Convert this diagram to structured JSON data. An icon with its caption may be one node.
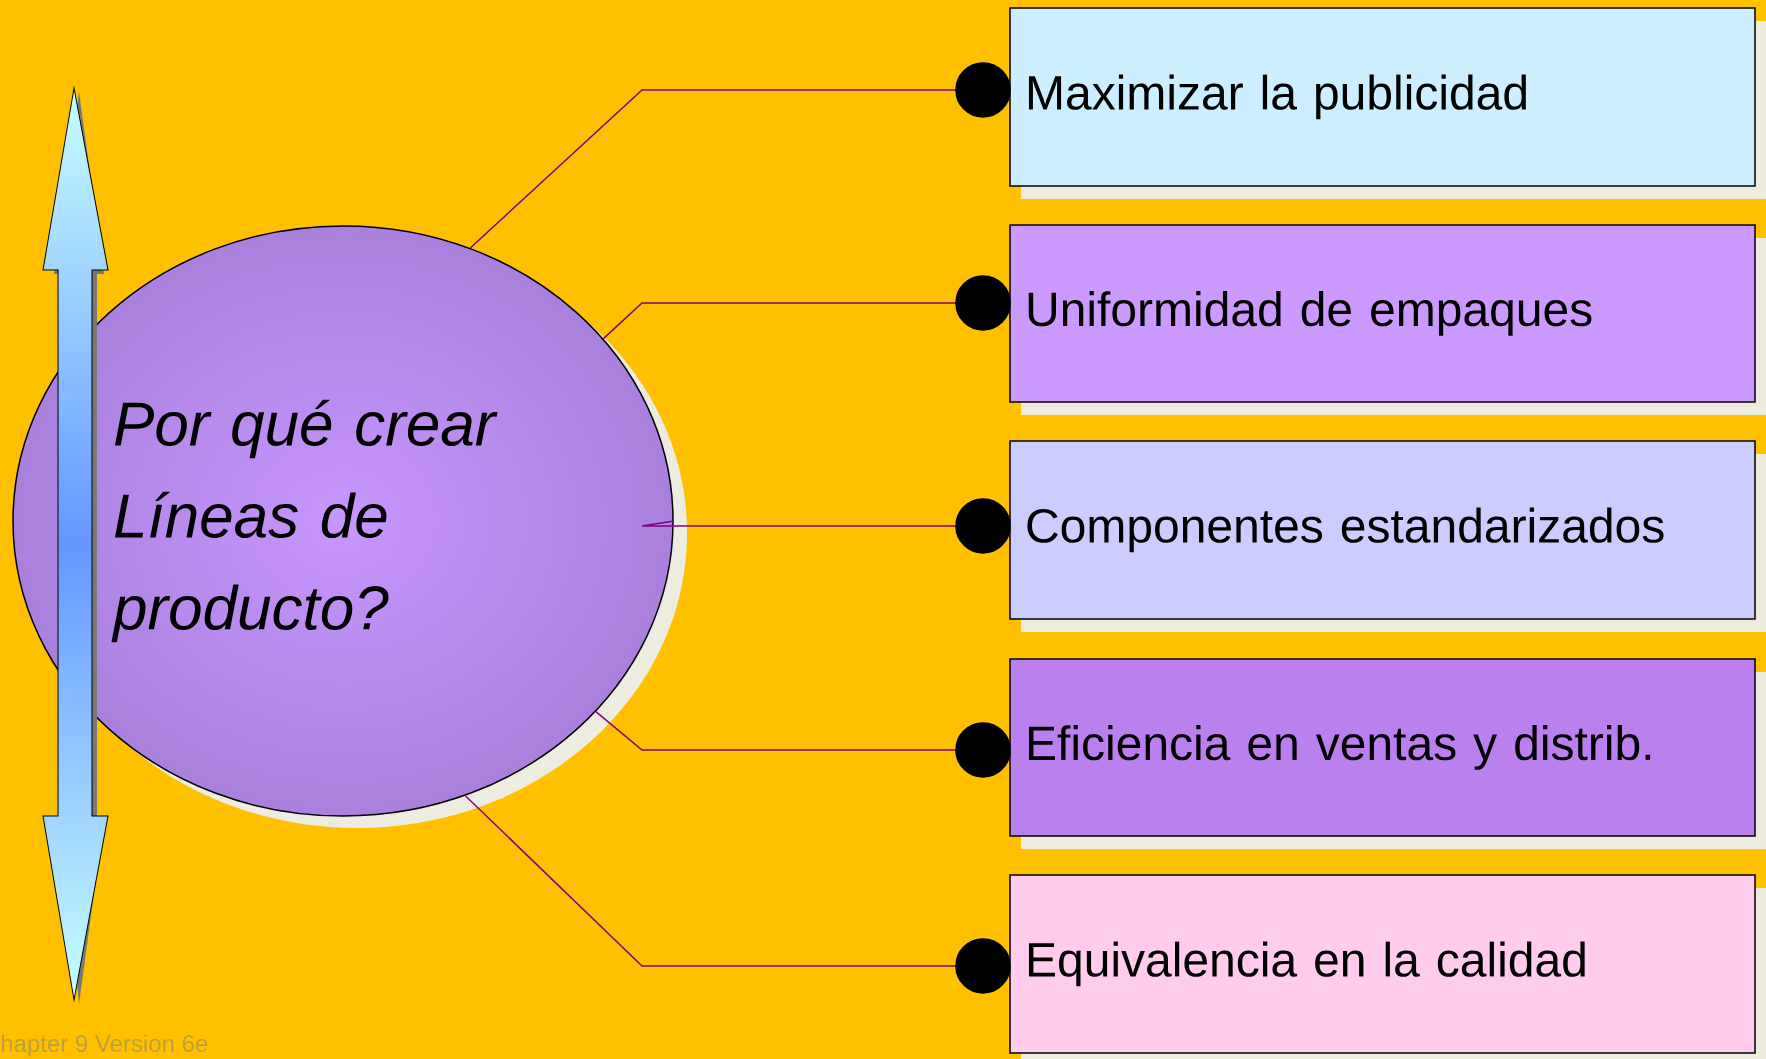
{
  "diagram": {
    "nodes": [
      {
        "text": [
          "Por qué crear Líneas de producto?"
        ]
      },
      {
        "text": [
          "Maximizar la publicidad"
        ]
      },
      {
        "text": [
          "Uniformidad de empaques"
        ]
      },
      {
        "text": [
          "Componentes estandarizados"
        ]
      },
      {
        "text": [
          "Eficiencia en ventas y distrib."
        ]
      },
      {
        "text": [
          "Equivalencia en la calidad"
        ]
      }
    ],
    "edges": [
      {
        "from": 0,
        "to": 1,
        "arrow": "other"
      },
      {
        "from": 0,
        "to": 2,
        "arrow": "other"
      },
      {
        "from": 0,
        "to": 3,
        "arrow": "other"
      },
      {
        "from": 0,
        "to": 4,
        "arrow": "other"
      },
      {
        "from": 0,
        "to": 5,
        "arrow": "other"
      }
    ],
    "labels": [
      "hapter 9 Version 6e"
    ]
  }
}
